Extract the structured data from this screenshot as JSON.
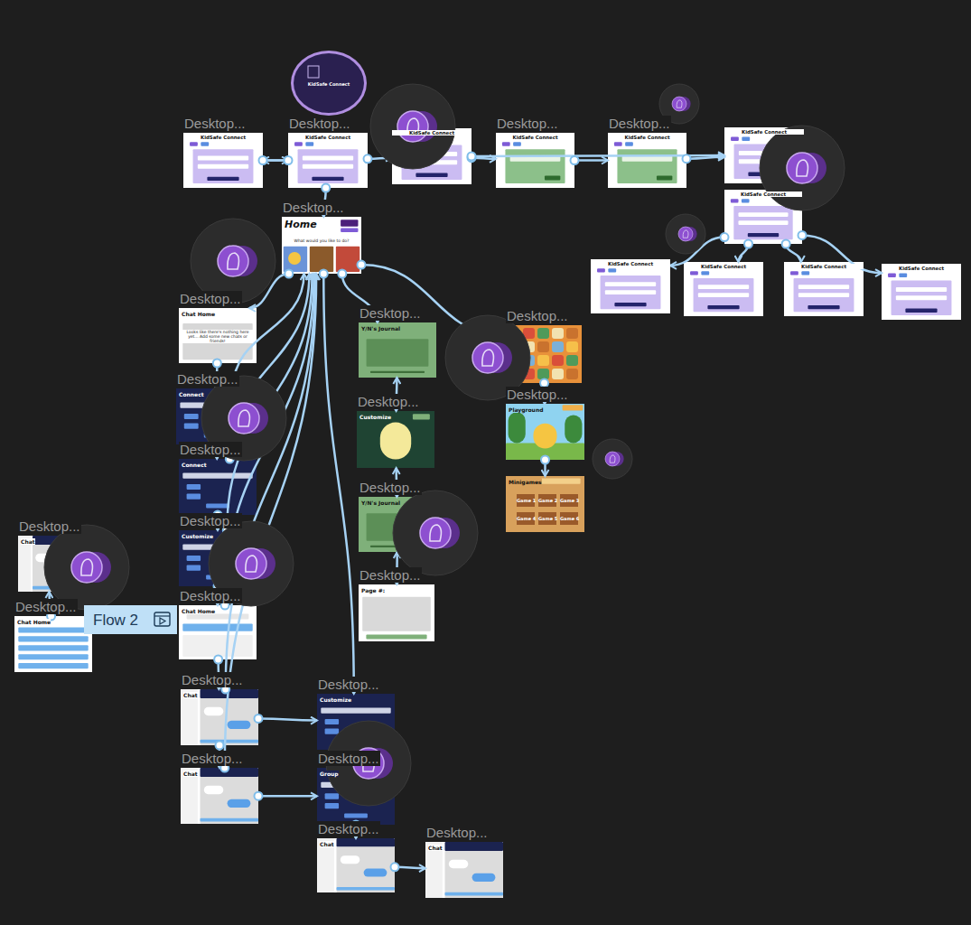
{
  "diagram": {
    "nodes": [
      {
        "text": [
          "Desktop...",
          "KidSafe Connect"
        ]
      },
      {
        "text": [
          "Desktop...",
          "KidSafe Connect"
        ]
      },
      {
        "text": [
          "KidSafe Connect"
        ]
      },
      {
        "text": [
          "Desktop...",
          "KidSafe Connect"
        ]
      },
      {
        "text": [
          "Desktop...",
          "KidSafe Connect"
        ]
      },
      {
        "text": [
          "KidSafe Connect"
        ]
      },
      {
        "text": [
          "KidSafe Connect"
        ]
      },
      {
        "text": [
          "KidSafe Connect"
        ]
      },
      {
        "text": [
          "KidSafe Connect"
        ]
      },
      {
        "text": [
          "KidSafe Connect"
        ]
      },
      {
        "text": [
          "KidSafe Connect"
        ]
      },
      {
        "text": [
          "KidSafe Connect"
        ]
      },
      {
        "text": [
          "Desktop...",
          "Home",
          "What would you like to do?"
        ]
      },
      {
        "text": [
          "Desktop...",
          "Chat Home",
          "Looks like there's nothing here yet... Add some new chats or friends!"
        ]
      },
      {
        "text": [
          "Desktop...",
          "Connect"
        ]
      },
      {
        "text": [
          "Desktop...",
          "Connect"
        ]
      },
      {
        "text": [
          "Desktop...",
          "Customize"
        ]
      },
      {
        "text": [
          "Desktop...",
          "Chat Home"
        ]
      },
      {
        "text": [
          "Desktop...",
          "Chat"
        ]
      },
      {
        "text": [
          "Desktop...",
          "Chat"
        ]
      },
      {
        "text": [
          "Desktop...",
          "Y/N's Journal"
        ]
      },
      {
        "text": [
          "Desktop...",
          "Customize"
        ]
      },
      {
        "text": [
          "Desktop...",
          "Y/N's Journal"
        ]
      },
      {
        "text": [
          "Desktop...",
          "Page #:"
        ]
      },
      {
        "text": [
          "Desktop..."
        ]
      },
      {
        "text": [
          "Desktop...",
          "Playground"
        ]
      },
      {
        "text": [
          "Minigames",
          "Game 1",
          "Game 2",
          "Game 3",
          "Game 4",
          "Game 5",
          "Game 6"
        ]
      },
      {
        "text": [
          "Desktop...",
          "Chat"
        ]
      },
      {
        "text": [
          "Desktop...",
          "Chat Home"
        ]
      },
      {
        "text": [
          "Desktop...",
          "Customize"
        ]
      },
      {
        "text": [
          "Desktop...",
          "Group"
        ]
      },
      {
        "text": [
          "Desktop...",
          "Chat"
        ]
      },
      {
        "text": [
          "Desktop...",
          "Chat"
        ]
      }
    ],
    "edges": [
      {
        "from": 0,
        "to": 1,
        "arrow": "to"
      },
      {
        "from": 1,
        "to": 0,
        "arrow": "to"
      },
      {
        "from": 1,
        "to": 2,
        "arrow": "to"
      },
      {
        "from": 2,
        "to": 3,
        "arrow": "to"
      },
      {
        "from": 3,
        "to": 4,
        "arrow": "to"
      },
      {
        "from": 4,
        "to": 5,
        "arrow": "to"
      },
      {
        "from": 2,
        "to": 5,
        "arrow": "to"
      },
      {
        "from": 6,
        "to": 7,
        "arrow": "to"
      },
      {
        "from": 6,
        "to": 8,
        "arrow": "to"
      },
      {
        "from": 6,
        "to": 9,
        "arrow": "to"
      },
      {
        "from": 6,
        "to": 10,
        "arrow": "to"
      },
      {
        "from": 1,
        "to": 12,
        "arrow": "to"
      },
      {
        "from": 12,
        "to": 13,
        "arrow": "to"
      },
      {
        "from": 12,
        "to": 20,
        "arrow": "to"
      },
      {
        "from": 12,
        "to": 24,
        "arrow": "to"
      },
      {
        "from": 13,
        "to": 14,
        "arrow": "to"
      },
      {
        "from": 14,
        "to": 15,
        "arrow": "to"
      },
      {
        "from": 15,
        "to": 16,
        "arrow": "to"
      },
      {
        "from": 16,
        "to": 17,
        "arrow": "to"
      },
      {
        "from": 17,
        "to": 18,
        "arrow": "to"
      },
      {
        "from": 18,
        "to": 19,
        "arrow": "to"
      },
      {
        "from": 14,
        "to": 12,
        "arrow": "to"
      },
      {
        "from": 15,
        "to": 12,
        "arrow": "to"
      },
      {
        "from": 16,
        "to": 12,
        "arrow": "to"
      },
      {
        "from": 17,
        "to": 12,
        "arrow": "to"
      },
      {
        "from": 18,
        "to": 12,
        "arrow": "to"
      },
      {
        "from": 19,
        "to": 12,
        "arrow": "to"
      },
      {
        "from": 20,
        "to": 21,
        "arrow": "both"
      },
      {
        "from": 21,
        "to": 22,
        "arrow": "both"
      },
      {
        "from": 22,
        "to": 23,
        "arrow": "both"
      },
      {
        "from": 24,
        "to": 25,
        "arrow": "to"
      },
      {
        "from": 25,
        "to": 26,
        "arrow": "to"
      },
      {
        "from": 12,
        "to": 29,
        "arrow": "to"
      },
      {
        "from": 18,
        "to": 29,
        "arrow": "to"
      },
      {
        "from": 19,
        "to": 30,
        "arrow": "to"
      },
      {
        "from": 29,
        "to": 30,
        "arrow": "to"
      },
      {
        "from": 30,
        "to": 31,
        "arrow": "to"
      },
      {
        "from": 31,
        "to": 32,
        "arrow": "to"
      },
      {
        "from": 28,
        "to": 27,
        "arrow": "to"
      }
    ],
    "labels": [
      "Flow 2"
    ]
  }
}
